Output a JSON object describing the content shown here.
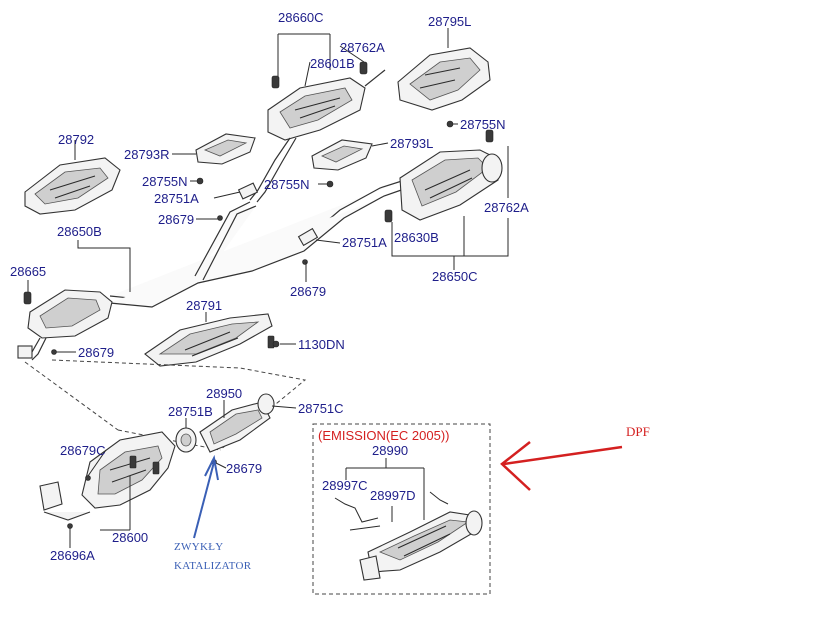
{
  "labels": {
    "p28660C": "28660C",
    "p28762A_top": "28762A",
    "p28601B": "28601B",
    "p28795L": "28795L",
    "p28755N_right": "28755N",
    "p28792": "28792",
    "p28793R": "28793R",
    "p28755N_left": "28755N",
    "p28751A_upper": "28751A",
    "p28679_upper": "28679",
    "p28755N_mid": "28755N",
    "p28793L": "28793L",
    "p28762A_right": "28762A",
    "p28630B": "28630B",
    "p28751A_mid": "28751A",
    "p28650C": "28650C",
    "p28650B": "28650B",
    "p28665": "28665",
    "p28679_mid": "28679",
    "p28679_left": "28679",
    "p28791": "28791",
    "p1130DN": "1130DN",
    "p28950": "28950",
    "p28751B": "28751B",
    "p28751C": "28751C",
    "p28679C": "28679C",
    "p28679_low": "28679",
    "p28600": "28600",
    "p28696A": "28696A"
  },
  "emission_box": {
    "title": "(EMISSION(EC 2005))",
    "p28990": "28990",
    "p28997C": "28997C",
    "p28997D": "28997D"
  },
  "annotations": {
    "dpf": "DPF",
    "catalyst_line1": "ZWYKŁY",
    "catalyst_line2": "KATALIZATOR"
  },
  "colors": {
    "label_blue": "#1e1e8a",
    "emission_red": "#d42020",
    "annotation_blue": "#3a5fb5"
  }
}
